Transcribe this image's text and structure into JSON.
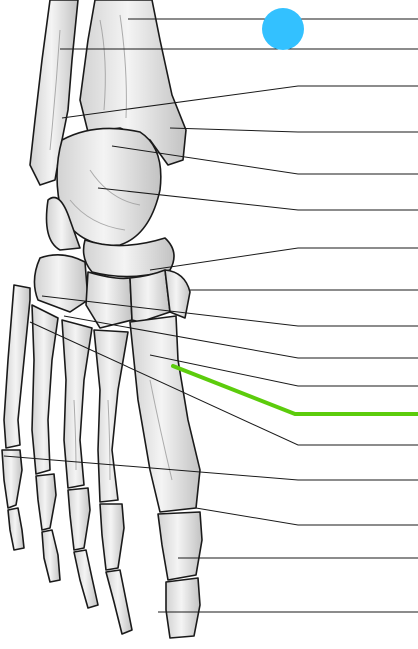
{
  "diagram": {
    "subject": "foot-skeleton-dorsal-view",
    "labels_printed": false,
    "leader_line_color": "#1a1a1a",
    "highlight_color": "#5ccc0c",
    "marker_color": "#33c1ff",
    "bone_fill": "#e6e6e6",
    "bone_shade": "#b9b9b9",
    "bone_outline": "#1a1a1a",
    "leader_count": 18,
    "highlighted_leader": 12,
    "marked_leader": 1
  }
}
